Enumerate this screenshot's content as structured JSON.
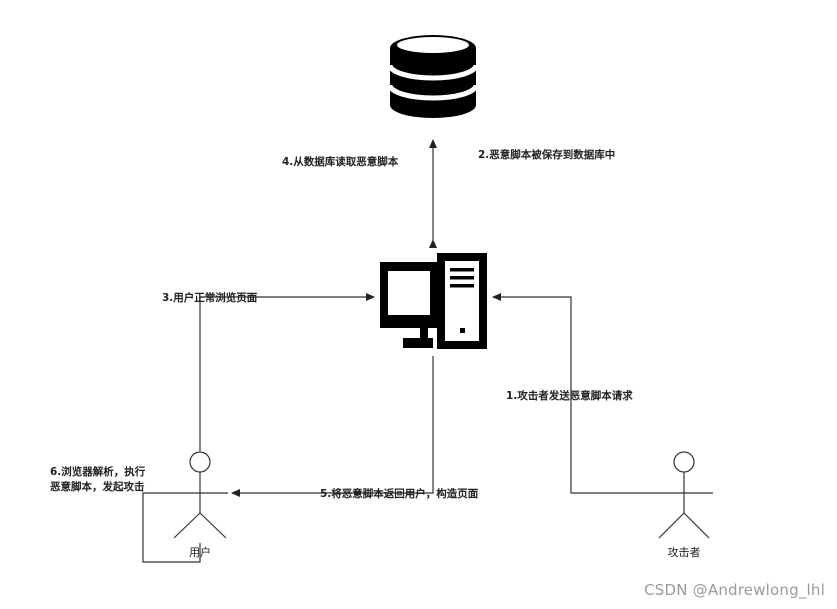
{
  "labels": {
    "step1": "1.攻击者发送恶意脚本请求",
    "step2": "2.恶意脚本被保存到数据库中",
    "step3": "3.用户正常浏览页面",
    "step4": "4.从数据库读取恶意脚本",
    "step5": "5.将恶意脚本返回用户，构造页面",
    "step6_line1": "6.浏览器解析，执行",
    "step6_line2": "恶意脚本，发起攻击"
  },
  "actors": {
    "user": "用户",
    "attacker": "攻击者"
  },
  "watermark": "CSDN @Andrewlong_lhl"
}
